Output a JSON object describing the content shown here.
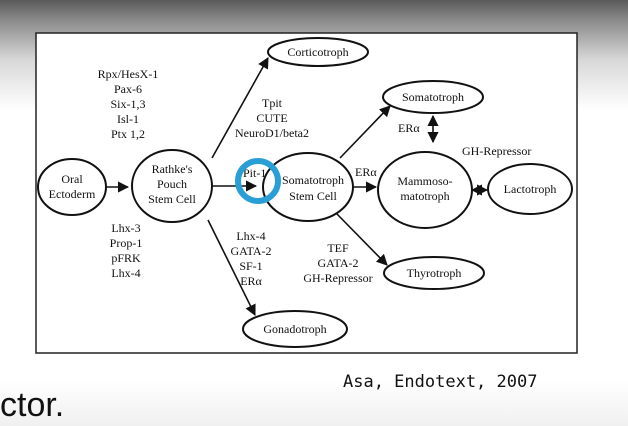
{
  "diagram": {
    "nodes": {
      "oral_ectoderm": [
        "Oral",
        "Ectoderm"
      ],
      "rathke": [
        "Rathke's",
        "Pouch",
        "Stem Cell"
      ],
      "somatotroph_stem": [
        "Somatotroph",
        "Stem Cell"
      ],
      "corticotroph": "Corticotroph",
      "somatotroph": "Somatotroph",
      "mammosomatotroph": [
        "Mammoso-",
        "matotroph"
      ],
      "lactotroph": "Lactotroph",
      "thyrotroph": "Thyrotroph",
      "gonadotroph": "Gonadotroph"
    },
    "factors": {
      "early": [
        "Rpx/HesX-1",
        "Pax-6",
        "Six-1,3",
        "Isl-1",
        "Ptx 1,2"
      ],
      "lower_left": [
        "Lhx-3",
        "Prop-1",
        "pFRK",
        "Lhx-4"
      ],
      "cortico": [
        "Tpit",
        "CUTE",
        "NeuroD1/beta2"
      ],
      "pit1": "Pit-1",
      "gonado": [
        "Lhx-4",
        "GATA-2",
        "SF-1",
        "ERα"
      ],
      "somatotroph_link": "ERα",
      "mammo_link": "ERα",
      "gh_repressor": "GH-Repressor",
      "thyro": [
        "TEF",
        "GATA-2",
        "GH-Repressor"
      ]
    },
    "highlight_color": "#2a9fd6"
  },
  "caption": "Asa, Endotext, 2007",
  "slide_fragment": "ctor."
}
